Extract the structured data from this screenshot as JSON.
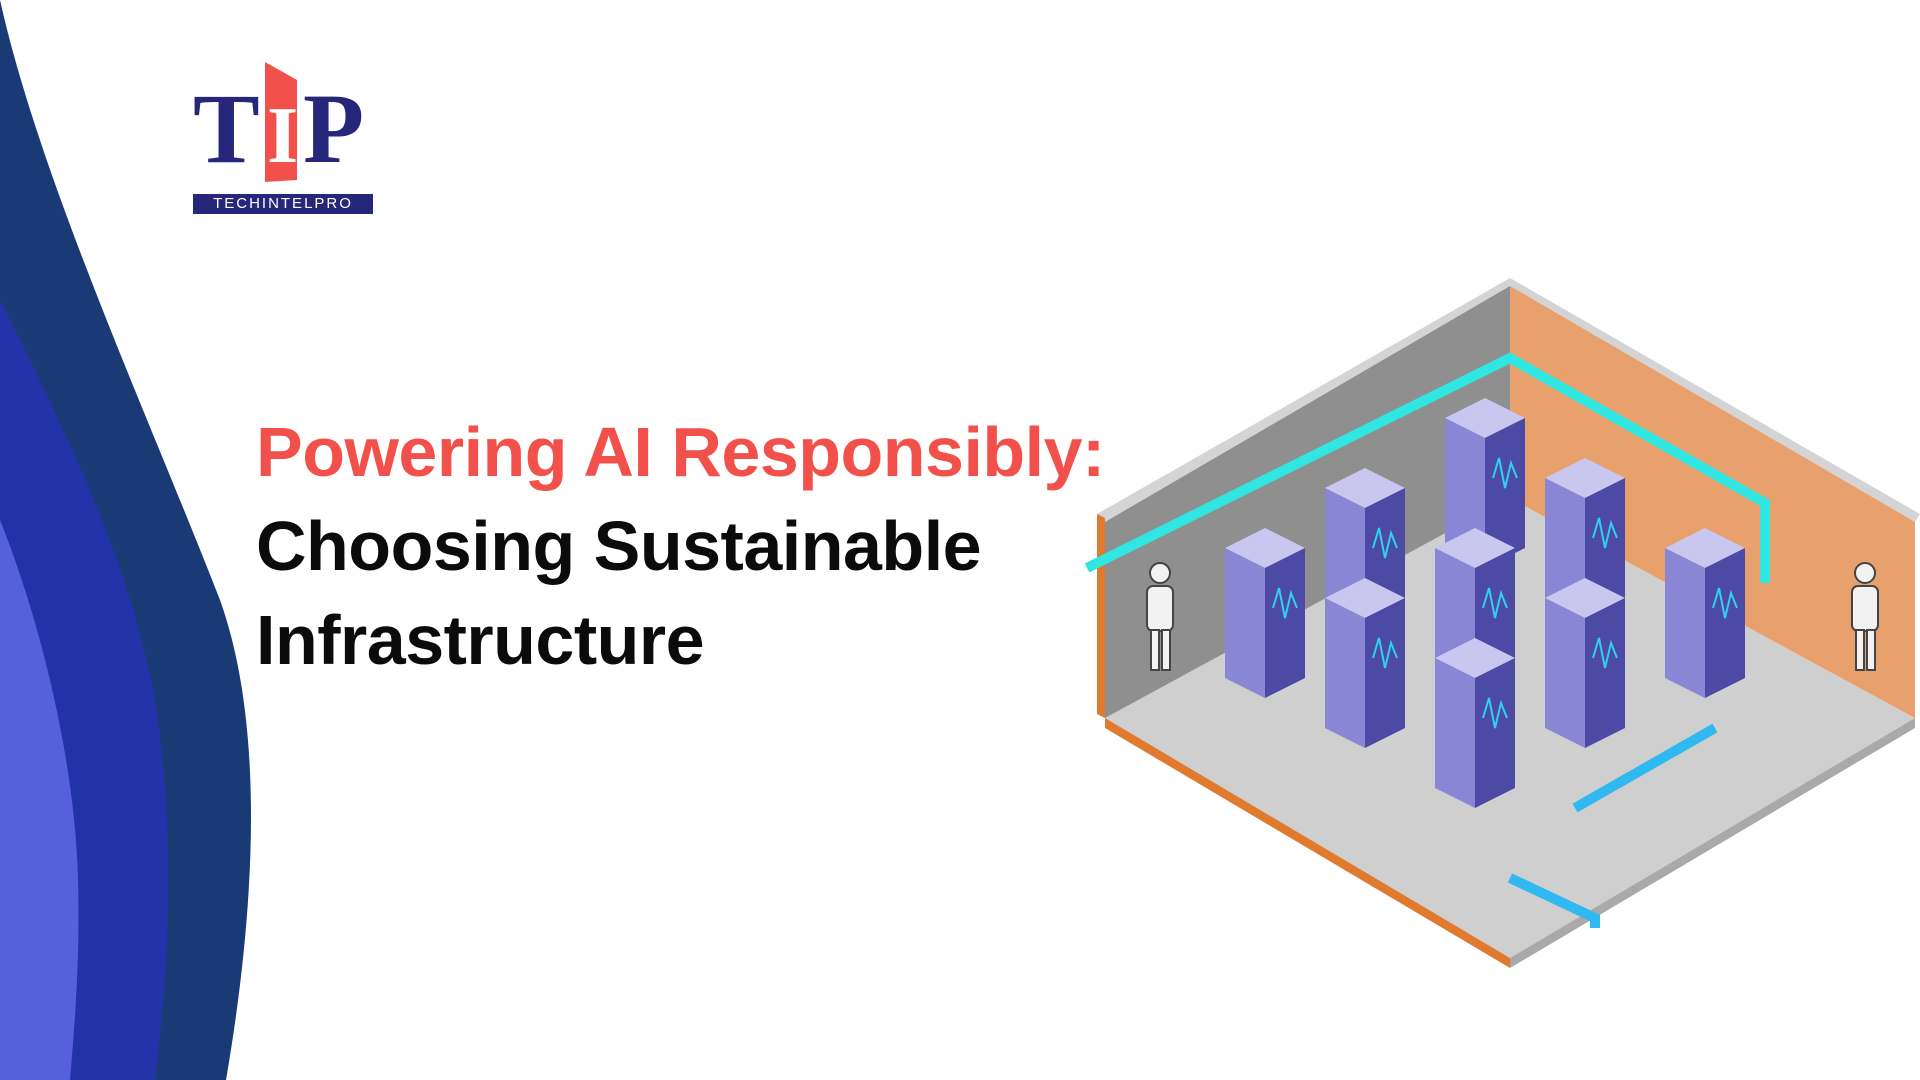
{
  "logo": {
    "letters": "TIP",
    "tagline": "TECHINTELPRO"
  },
  "headline": {
    "line1": "Powering AI Responsibly:",
    "line2": "Choosing Sustainable",
    "line3": "Infrastructure"
  },
  "colors": {
    "accent": "#f2504a",
    "navy": "#1a3a75",
    "blue": "#2233aa",
    "light_blue": "#5560dd",
    "text": "#0b0b0b"
  }
}
